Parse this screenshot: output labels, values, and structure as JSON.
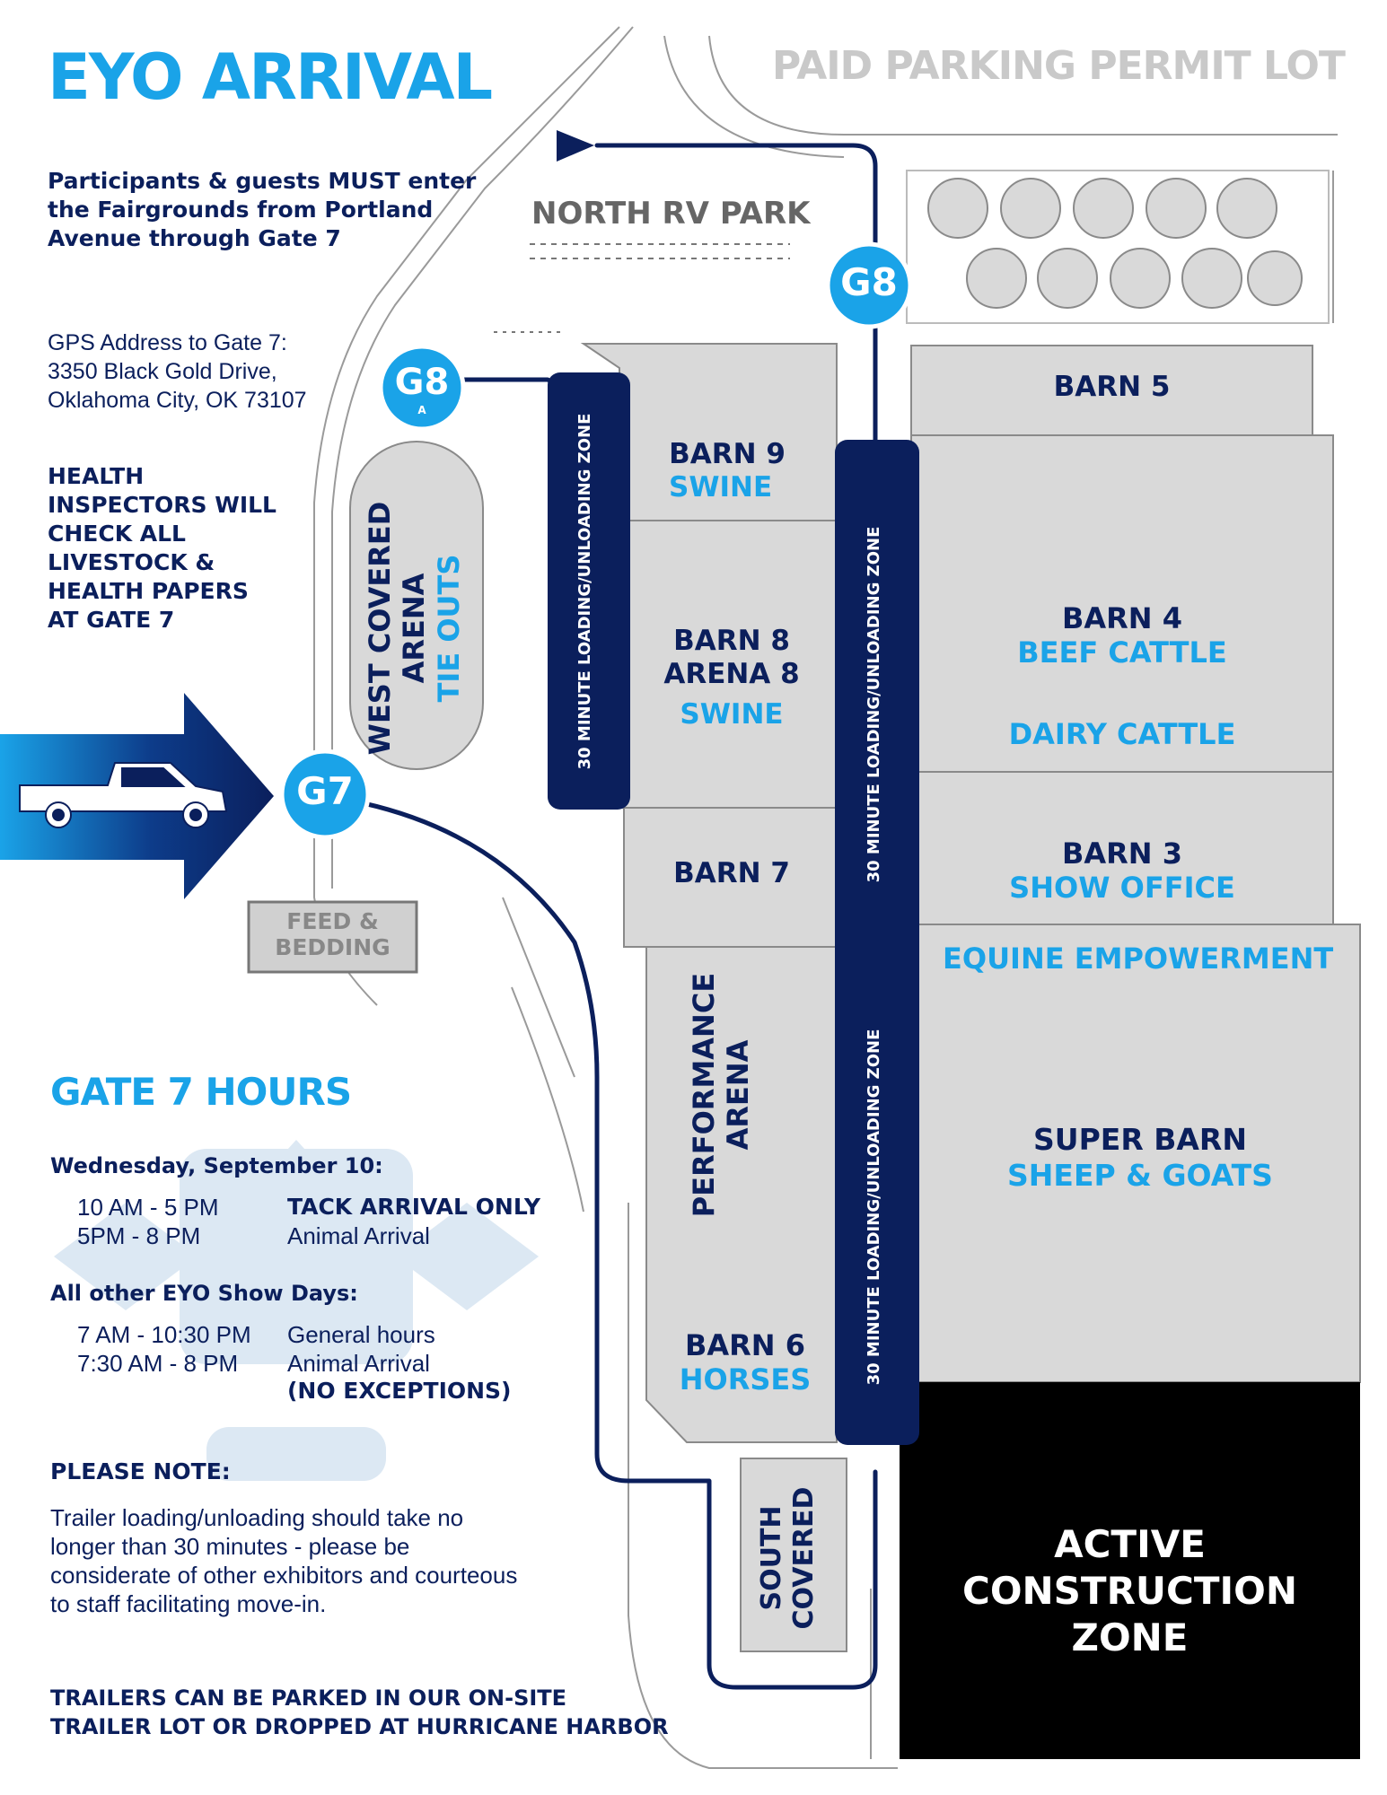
{
  "title": "EYO ARRIVAL",
  "intro": {
    "lines": [
      "Participants & guests MUST enter",
      "the Fairgrounds from Portland",
      "Avenue through Gate 7"
    ]
  },
  "gps": {
    "lines": [
      "GPS Address to Gate 7:",
      "3350 Black Gold Drive,",
      "Oklahoma City, OK 73107"
    ]
  },
  "health": {
    "lines": [
      "HEALTH",
      "INSPECTORS WILL",
      "CHECK ALL",
      "LIVESTOCK &",
      "HEALTH PAPERS",
      "AT GATE 7"
    ]
  },
  "map": {
    "paid_parking": "PAID PARKING PERMIT LOT",
    "north_rv": "NORTH RV PARK",
    "gate_g8_top": "G8",
    "gate_g8a": "G8",
    "gate_g8a_sub": "A",
    "gate_g7": "G7",
    "west_arena": {
      "line1": "WEST COVERED",
      "line2": "ARENA",
      "sub": "TIE OUTS"
    },
    "loading_zone": "30 MINUTE LOADING/UNLOADING ZONE",
    "barn9": {
      "name": "BARN 9",
      "use": "SWINE"
    },
    "barn8": {
      "name1": "BARN 8",
      "name2": "ARENA 8",
      "use": "SWINE"
    },
    "barn7": {
      "name": "BARN 7"
    },
    "barn5": {
      "name": "BARN 5"
    },
    "barn4": {
      "name": "BARN 4",
      "use1": "BEEF CATTLE",
      "use2": "DAIRY CATTLE"
    },
    "barn3": {
      "name": "BARN 3",
      "use": "SHOW OFFICE"
    },
    "equine": "EQUINE EMPOWERMENT",
    "super_barn": {
      "name": "SUPER BARN",
      "use": "SHEEP & GOATS"
    },
    "performance": {
      "line1": "PERFORMANCE",
      "line2": "ARENA"
    },
    "barn6": {
      "name": "BARN 6",
      "use": "HORSES"
    },
    "south_covered": {
      "line1": "SOUTH",
      "line2": "COVERED"
    },
    "feed": {
      "line1": "FEED &",
      "line2": "BEDDING"
    },
    "construction": {
      "line1": "ACTIVE",
      "line2": "CONSTRUCTION",
      "line3": "ZONE"
    }
  },
  "hours": {
    "title": "GATE 7 HOURS",
    "wednesday": {
      "label": "Wednesday, September 10:",
      "rows": [
        {
          "time": "10 AM - 5 PM",
          "desc": "TACK ARRIVAL ONLY"
        },
        {
          "time": "5PM - 8 PM",
          "desc": "Animal Arrival"
        }
      ]
    },
    "other": {
      "label": "All other EYO Show Days:",
      "rows": [
        {
          "time": "7 AM - 10:30 PM",
          "desc": "General hours"
        },
        {
          "time": "7:30 AM - 8 PM",
          "desc": "Animal Arrival"
        }
      ],
      "exception": "(NO EXCEPTIONS)"
    }
  },
  "note": {
    "heading": "PLEASE NOTE:",
    "lines": [
      "Trailer loading/unloading should take no",
      "longer than 30 minutes - please be",
      "considerate of other exhibitors and courteous",
      "to staff facilitating move-in."
    ]
  },
  "trailers": {
    "lines": [
      "TRAILERS CAN BE PARKED IN OUR ON-SITE",
      "TRAILER LOT OR DROPPED AT HURRICANE HARBOR"
    ]
  },
  "colors": {
    "navy": "#0b1f5c",
    "blue": "#1aa3e8",
    "building": "#d9d9d9",
    "construction": "#000000"
  }
}
